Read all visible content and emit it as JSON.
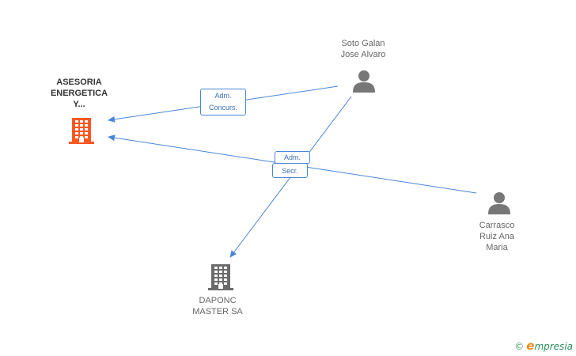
{
  "nodes": {
    "asesoria": {
      "label_lines": [
        "ASESORIA",
        "ENERGETICA",
        "Y..."
      ],
      "color": "#ff5722",
      "icon": "building-icon"
    },
    "daponc": {
      "label_lines": [
        "DAPONC",
        "MASTER SA"
      ],
      "color": "#6b6b6b",
      "icon": "building-icon"
    },
    "soto": {
      "label_lines": [
        "Soto Galan",
        "Jose Alvaro"
      ],
      "color": "#777777",
      "icon": "person-icon"
    },
    "carrasco": {
      "label_lines": [
        "Carrasco",
        "Ruiz Ana",
        "Maria"
      ],
      "color": "#777777",
      "icon": "person-icon"
    }
  },
  "edges": [
    {
      "from": "soto",
      "to": "asesoria",
      "labels": [
        "Adm.",
        "Concurs."
      ]
    },
    {
      "from": "carrasco",
      "to": "asesoria",
      "labels": [
        "Adm.",
        "Secr."
      ]
    },
    {
      "from": "soto",
      "to": "daponc",
      "labels": []
    }
  ],
  "edge_color": "#4a86d8",
  "watermark": {
    "copyright": "©",
    "brand_first": "e",
    "brand_rest": "mpresia"
  }
}
